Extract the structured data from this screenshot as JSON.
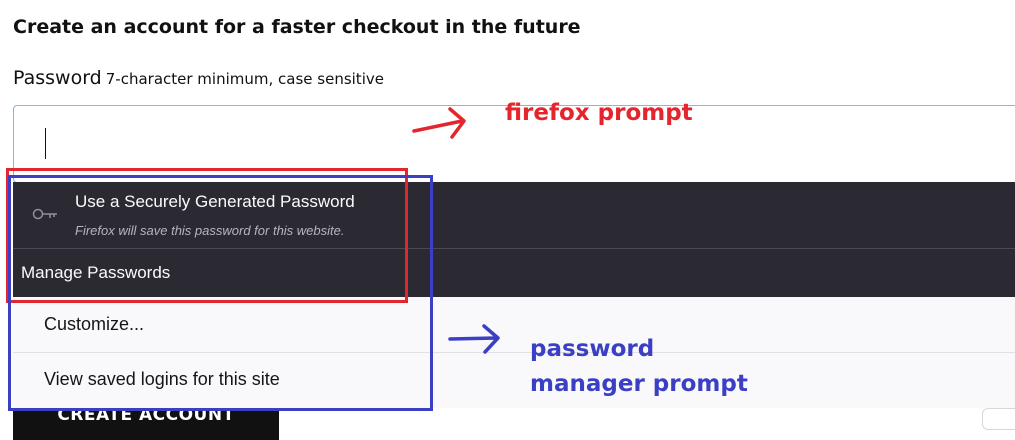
{
  "form": {
    "heading": "Create an account for a faster checkout in the future",
    "password_label": "Password",
    "password_hint": "7-character minimum, case sensitive",
    "password_value": "",
    "submit_label": "CREATE ACCOUNT"
  },
  "firefox_popup": {
    "generate_title": "Use a Securely Generated Password",
    "generate_subtitle": "Firefox will save this password for this website.",
    "manage_label": "Manage Passwords",
    "icon": "key-icon"
  },
  "password_manager_popup": {
    "customize_label": "Customize...",
    "view_logins_label": "View saved logins for this site"
  },
  "annotations": {
    "firefox_prompt": "firefox prompt",
    "password_manager_prompt_line1": "password",
    "password_manager_prompt_line2": "manager prompt",
    "red_color": "#e3262d",
    "blue_color": "#3b3fc4"
  }
}
